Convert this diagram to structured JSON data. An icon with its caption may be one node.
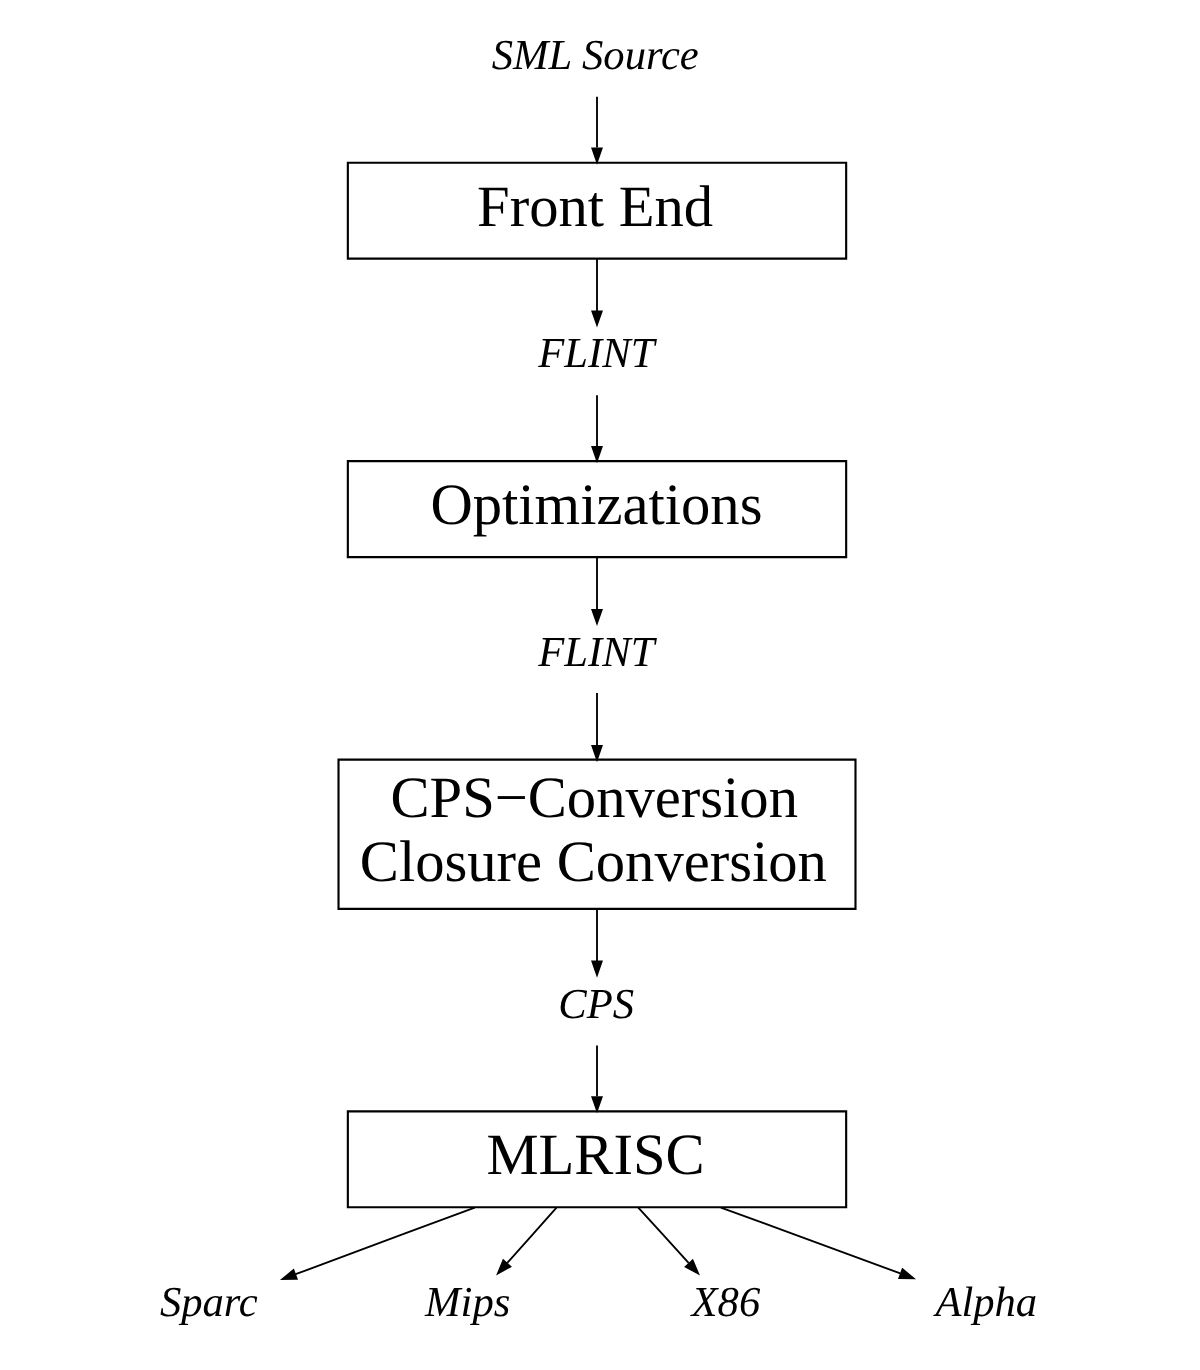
{
  "diagram": {
    "nodes": [
      {
        "text": [
          "SML Source"
        ]
      },
      {
        "text": [
          "Front End"
        ]
      },
      {
        "text": [
          "FLINT"
        ]
      },
      {
        "text": [
          "Optimizations"
        ]
      },
      {
        "text": [
          "FLINT"
        ]
      },
      {
        "text": [
          "CPS−Conversion",
          "Closure Conversion"
        ]
      },
      {
        "text": [
          "CPS"
        ]
      },
      {
        "text": [
          "MLRISC"
        ]
      },
      {
        "text": [
          "Sparc"
        ]
      },
      {
        "text": [
          "Mips"
        ]
      },
      {
        "text": [
          "X86"
        ]
      },
      {
        "text": [
          "Alpha"
        ]
      }
    ],
    "edges": [
      {
        "from": 0,
        "to": 1,
        "arrow": "to"
      },
      {
        "from": 1,
        "to": 2,
        "arrow": "to"
      },
      {
        "from": 2,
        "to": 3,
        "arrow": "to"
      },
      {
        "from": 3,
        "to": 4,
        "arrow": "to"
      },
      {
        "from": 4,
        "to": 5,
        "arrow": "to"
      },
      {
        "from": 5,
        "to": 6,
        "arrow": "to"
      },
      {
        "from": 6,
        "to": 7,
        "arrow": "to"
      },
      {
        "from": 7,
        "to": 8,
        "arrow": "to"
      },
      {
        "from": 7,
        "to": 9,
        "arrow": "to"
      },
      {
        "from": 7,
        "to": 10,
        "arrow": "to"
      },
      {
        "from": 7,
        "to": 11,
        "arrow": "to"
      }
    ]
  }
}
